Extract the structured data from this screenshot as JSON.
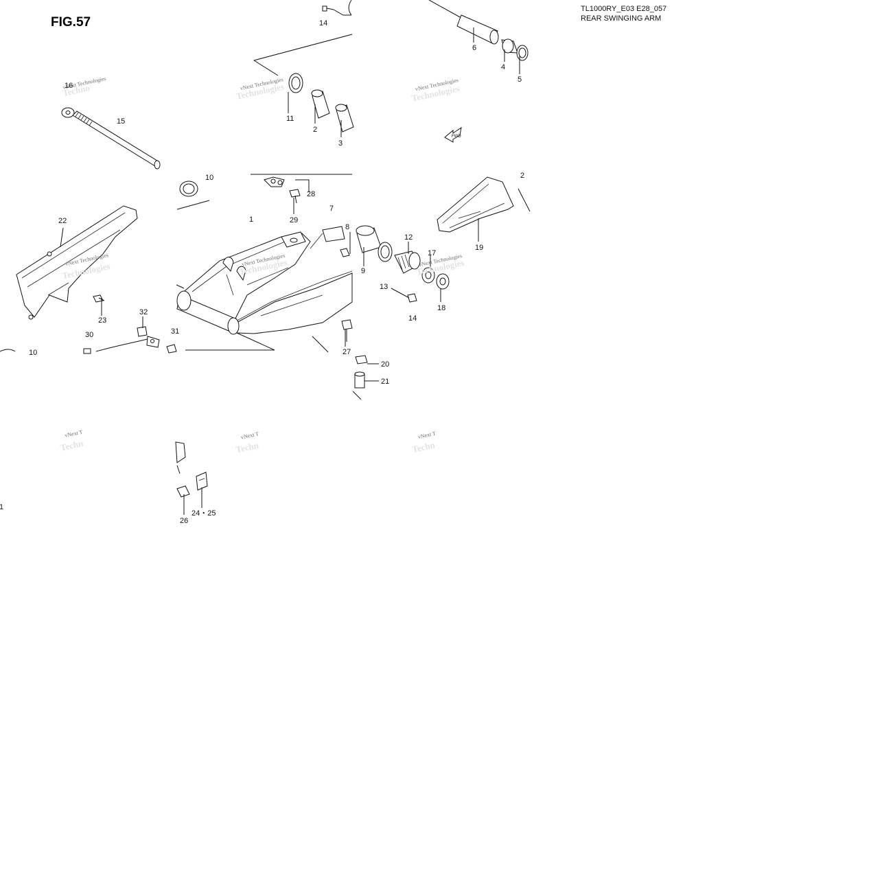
{
  "figure": {
    "label": "FIG.57",
    "code": "TL1000RY_E03 E28_057",
    "title": "REAR SWINGING ARM"
  },
  "watermark": "vNext Technologies",
  "watermark_partial": "vNext T",
  "direction_mark": "FWD",
  "callouts": {
    "c14a": "14",
    "c6": "6",
    "c4": "4",
    "c5": "5",
    "c16": "16",
    "c15": "15",
    "c11": "11",
    "c2": "2",
    "c3": "3",
    "c10a": "10",
    "c28": "28",
    "c7": "7",
    "c1": "1",
    "c29": "29",
    "c8": "8",
    "c22": "22",
    "c9": "9",
    "c12": "12",
    "c17": "17",
    "c13": "13",
    "c14b": "14",
    "c18": "18",
    "c19": "19",
    "c23": "23",
    "c32": "32",
    "c30": "30",
    "c31": "31",
    "c10b": "10",
    "c27": "27",
    "c20": "20",
    "c21": "21",
    "c26": "26",
    "c2425": "24・25",
    "c1b": "1",
    "c2b": "2"
  }
}
